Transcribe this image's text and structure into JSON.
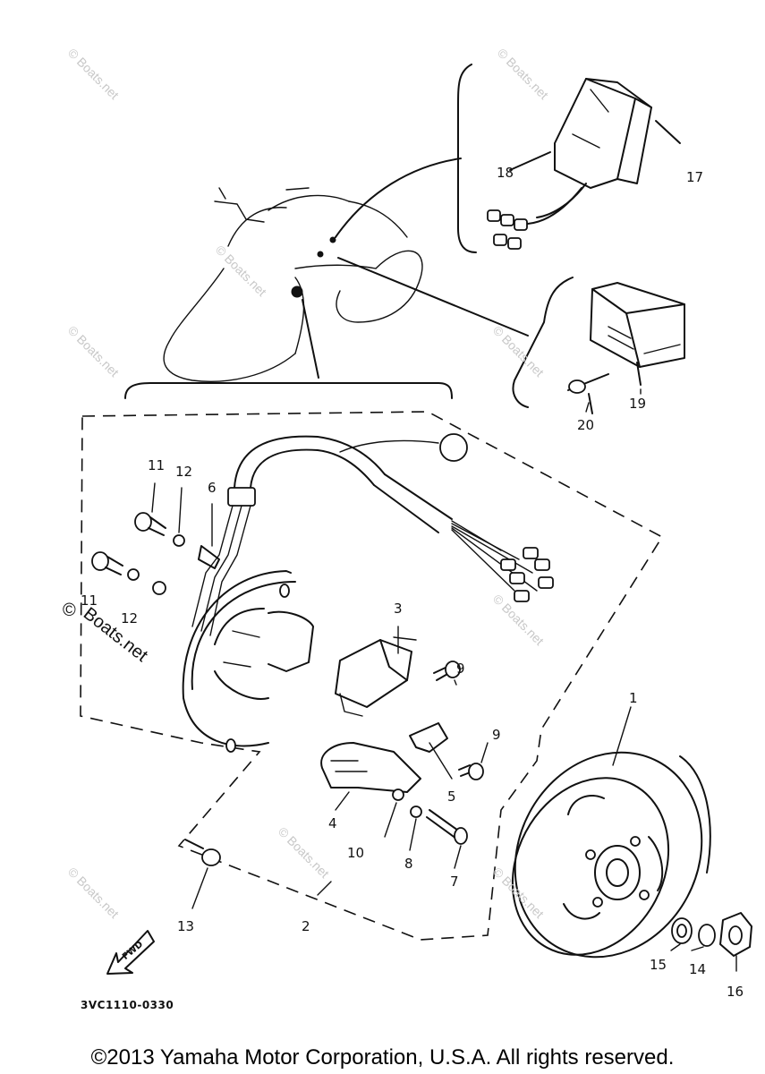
{
  "diagram": {
    "callouts": [
      "1",
      "2",
      "3",
      "4",
      "5",
      "6",
      "7",
      "8",
      "9",
      "9",
      "10",
      "11",
      "11",
      "12",
      "12",
      "13",
      "14",
      "15",
      "16",
      "17",
      "18",
      "19",
      "20"
    ],
    "ref_code": "3VC1110-0330",
    "fwd_label": "FWD",
    "watermarks": [
      "© Boats.net",
      "© Boats.net",
      "© Boats.net",
      "© Boats.net",
      "© Boats.net",
      "© Boats.net",
      "© Boats.net",
      "© Boats.net",
      "© Boats.net"
    ],
    "watermark_large": [
      "©",
      "Boats.net"
    ]
  },
  "footer": {
    "copyright": "©2013 Yamaha Motor Corporation, U.S.A. All rights reserved."
  }
}
